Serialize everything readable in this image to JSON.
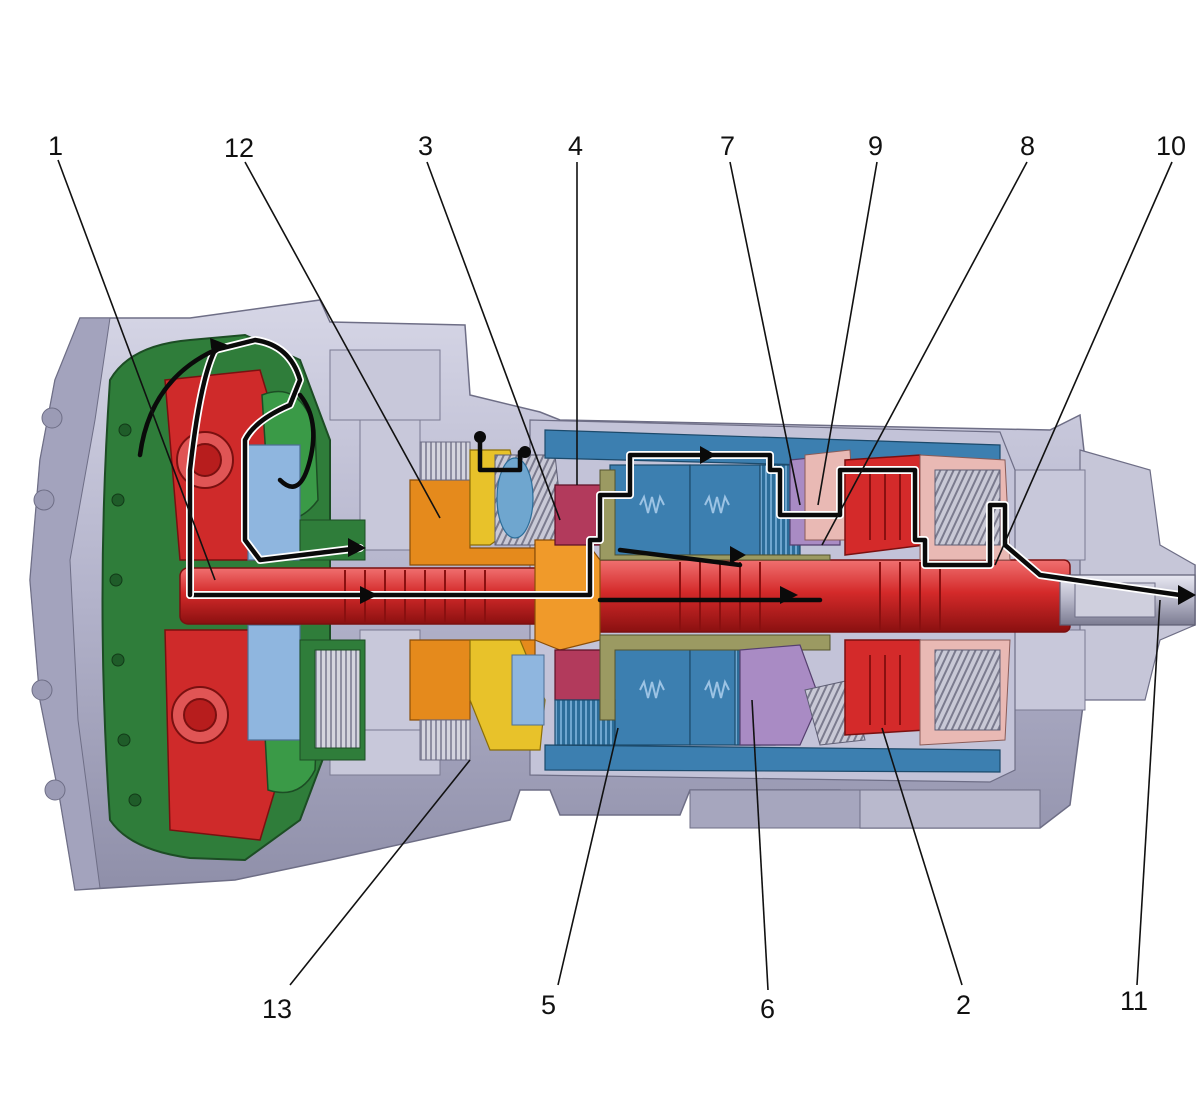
{
  "callouts": {
    "n1": "1",
    "n2": "2",
    "n3": "3",
    "n4": "4",
    "n5": "5",
    "n6": "6",
    "n7": "7",
    "n8": "8",
    "n9": "9",
    "n10": "10",
    "n11": "11",
    "n12": "12",
    "n13": "13"
  },
  "colors": {
    "housing": "#b8b8cf",
    "housing_dark": "#8c8ca6",
    "converter_green": "#2f7d3a",
    "shaft_red": "#d42a2a",
    "clutch_blue": "#3c7fb0",
    "gear_orange": "#e58a1c",
    "pump_yellow": "#e8c22a",
    "planet_purple": "#a98bc4",
    "output_pink": "#e9b9b4",
    "light_blue": "#8fb6df"
  }
}
